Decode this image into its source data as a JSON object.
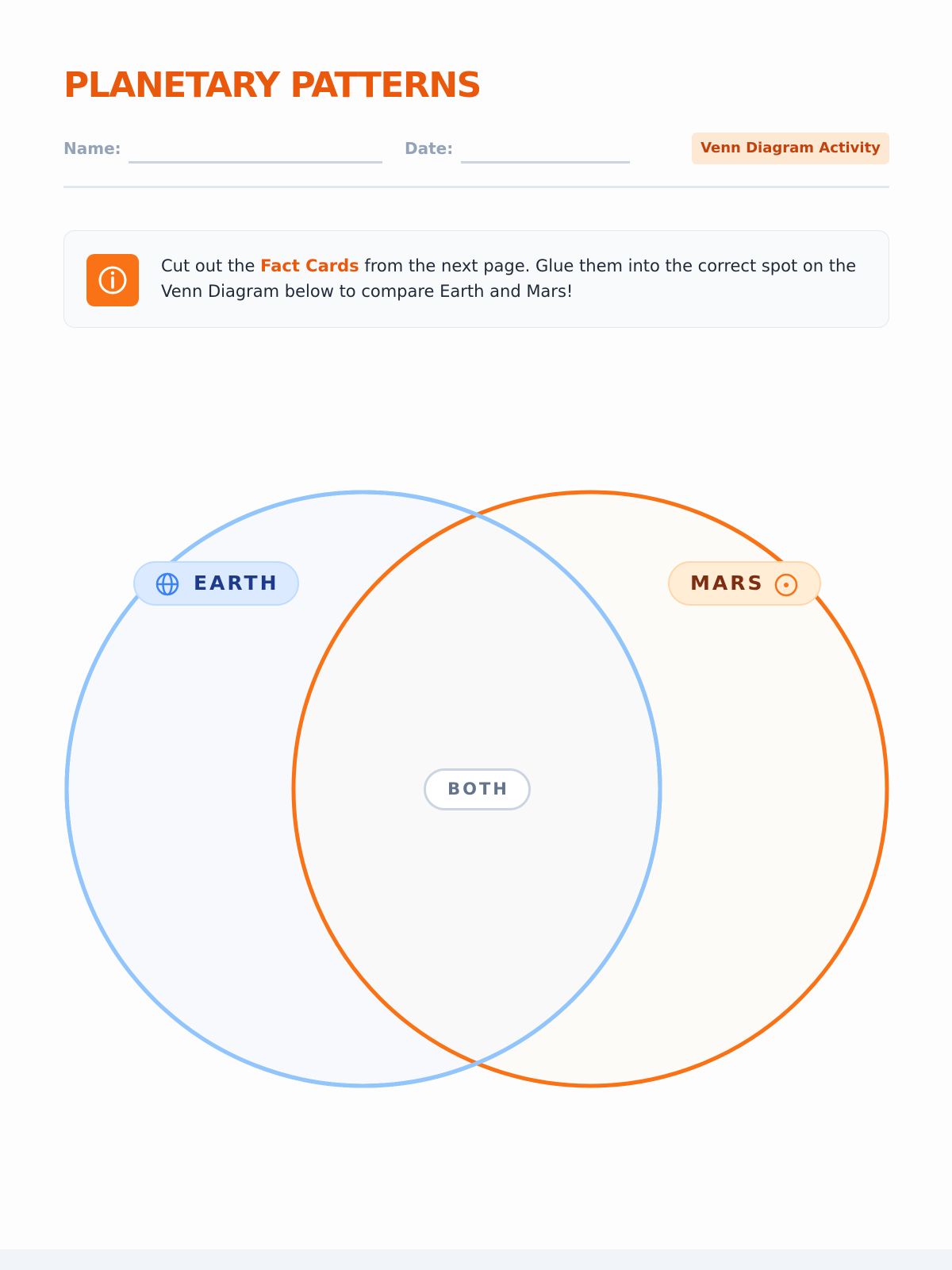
{
  "worksheet": {
    "title": "PLANETARY PATTERNS",
    "name_label": "Name:",
    "date_label": "Date:",
    "badge": "Venn Diagram Activity"
  },
  "instructions": {
    "icon": "info-icon",
    "text_before": "Cut out the ",
    "highlight": "Fact Cards",
    "text_after": " from the next page. Glue them into the correct spot on the Venn Diagram below to compare Earth and Mars!"
  },
  "venn": {
    "left_label": "EARTH",
    "left_icon": "globe-icon",
    "right_label": "MARS",
    "right_icon": "target-icon",
    "overlap_label": "BOTH"
  },
  "colors": {
    "accent": "#ea580c",
    "earth": "#60a5fa",
    "mars": "#f97316"
  }
}
